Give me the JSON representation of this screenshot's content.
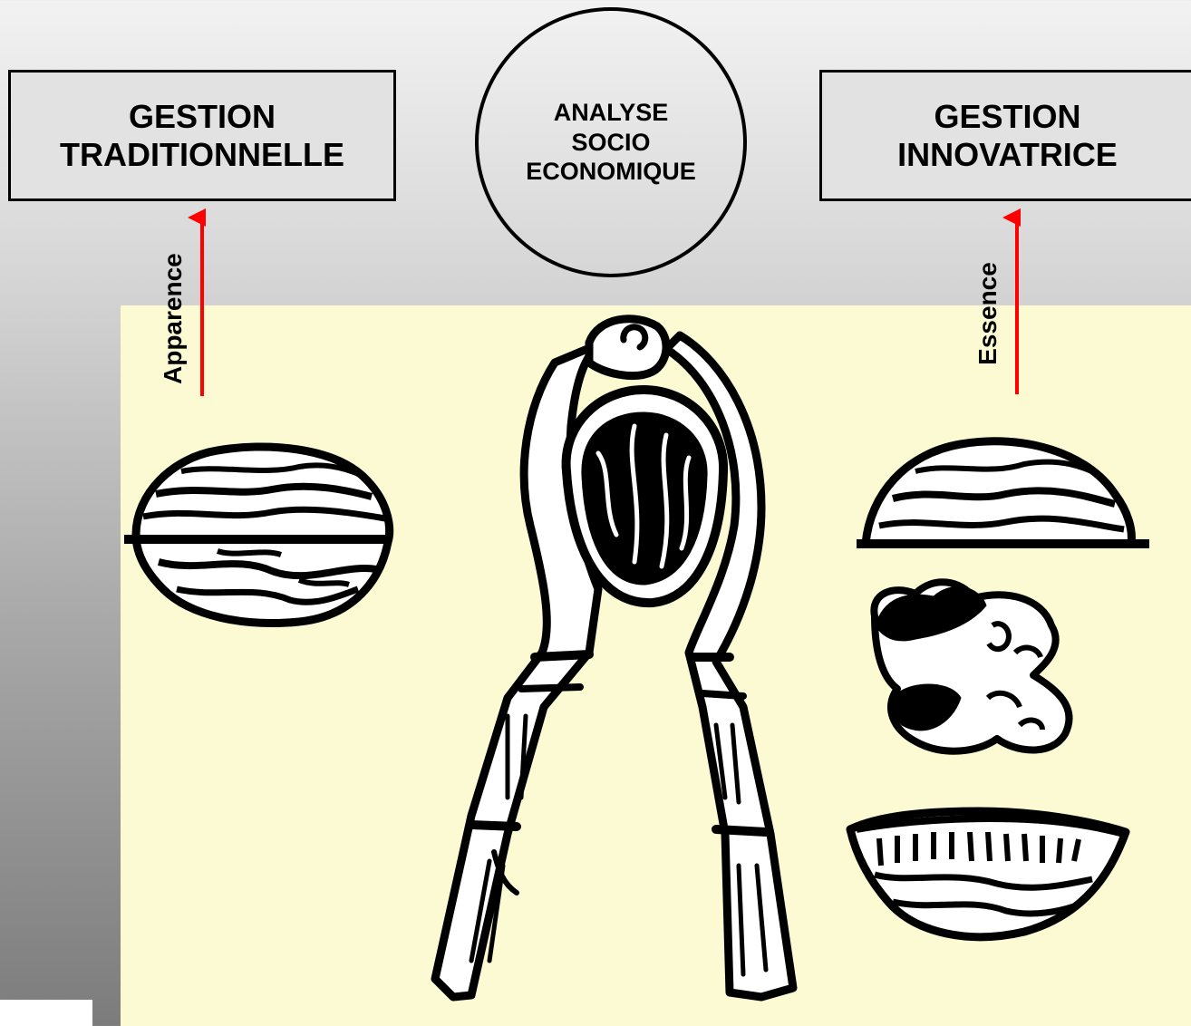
{
  "left_box": {
    "line1": "GESTION",
    "line2": "TRADITIONNELLE"
  },
  "center_circle": {
    "line1": "ANALYSE",
    "line2": "SOCIO",
    "line3": "ECONOMIQUE"
  },
  "right_box": {
    "line1": "GESTION",
    "line2": "INNOVATRICE"
  },
  "left_arrow_label": "Apparence",
  "right_arrow_label": "Essence",
  "colors": {
    "panel": "#fcfad2",
    "arrow": "#ff0000",
    "box_fill": "#e2e2e2"
  }
}
